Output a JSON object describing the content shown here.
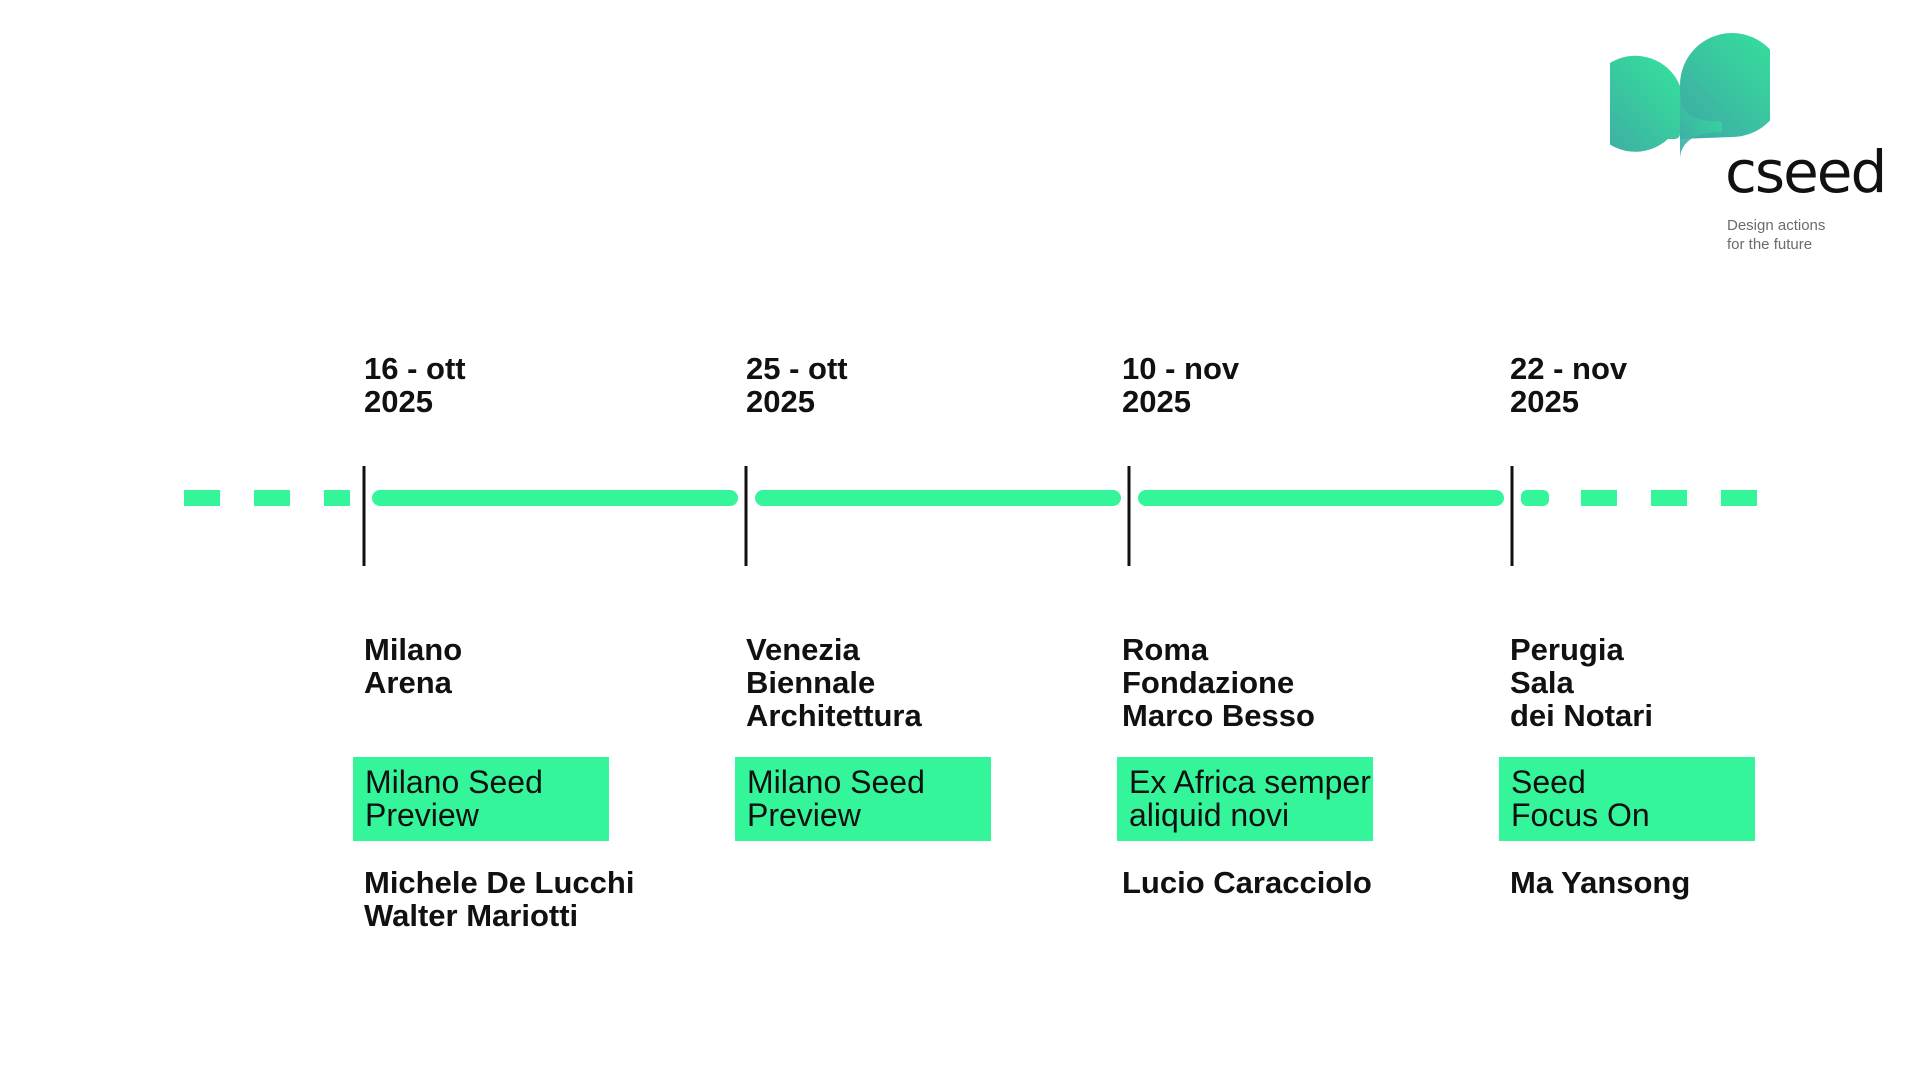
{
  "colors": {
    "accent": "#34F59A",
    "tick": "#111111",
    "text": "#111111",
    "tagline": "#6B6B6B",
    "logo_gradient_start": "#3FA8A6",
    "logo_gradient_end": "#34E39A"
  },
  "logo": {
    "wordmark": "cseed",
    "tagline_line1": "Design actions",
    "tagline_line2": "for the future",
    "icon": "seed-logo-icon"
  },
  "events": [
    {
      "date_line1": "16 - ott",
      "date_line2": "2025",
      "place_lines": [
        "Milano",
        "Arena"
      ],
      "tag_lines": [
        "Milano Seed",
        "Preview"
      ],
      "people_lines": [
        "Michele De Lucchi",
        "Walter Mariotti"
      ]
    },
    {
      "date_line1": "25 - ott",
      "date_line2": "2025",
      "place_lines": [
        "Venezia",
        "Biennale",
        "Architettura"
      ],
      "tag_lines": [
        "Milano Seed",
        "Preview"
      ],
      "people_lines": []
    },
    {
      "date_line1": "10 - nov",
      "date_line2": "2025",
      "place_lines": [
        "Roma",
        "Fondazione",
        "Marco Besso"
      ],
      "tag_lines": [
        "Ex Africa semper",
        "aliquid novi"
      ],
      "people_lines": [
        "Lucio Caracciolo"
      ]
    },
    {
      "date_line1": "22 - nov",
      "date_line2": "2025",
      "place_lines": [
        "Perugia",
        "Sala",
        "dei Notari"
      ],
      "tag_lines": [
        "Seed",
        "Focus On"
      ],
      "people_lines": [
        "Ma Yansong"
      ]
    }
  ]
}
